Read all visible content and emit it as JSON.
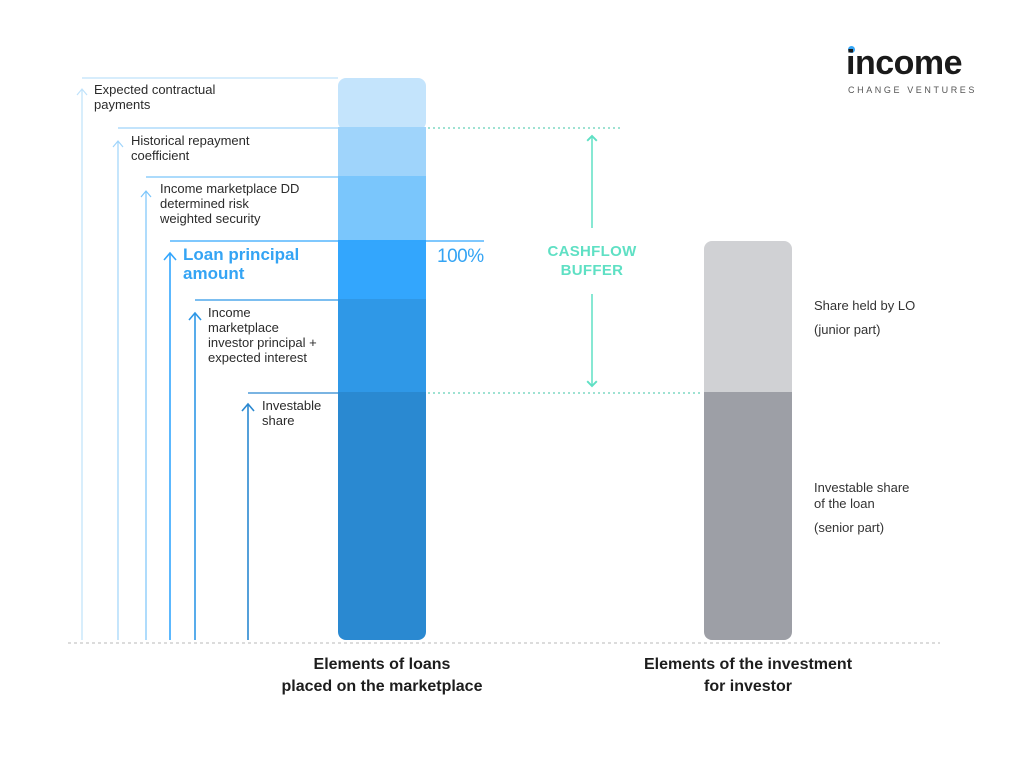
{
  "logo": {
    "word": "income",
    "tagline": "CHANGE VENTURES",
    "dot_color": "#34a4f4"
  },
  "left_labels": [
    {
      "text": "Expected contractual\npayments",
      "color": "#bfe2fb"
    },
    {
      "text": "Historical repayment\ncoefficient",
      "color": "#9fd4fb"
    },
    {
      "text": "Income marketplace DD\ndetermined risk\nweighted security",
      "color": "#7ac5fb"
    },
    {
      "text": "Loan principal\namount",
      "color": "#33a6fd",
      "emphasis": true
    },
    {
      "text": "Income\nmarketplace\ninvestor principal +\nexpected interest",
      "color": "#2e97e6"
    },
    {
      "text": "Investable\nshare",
      "color": "#2a88d0"
    }
  ],
  "percent_label": "100%",
  "buffer_label": "CASHFLOW\nBUFFER",
  "right_labels": {
    "junior": [
      "Share held by LO",
      "(junior part)"
    ],
    "senior": [
      "Investable share",
      "of the loan",
      "(senior part)"
    ]
  },
  "captions": {
    "loans": "Elements of loans\nplaced on the marketplace",
    "investment": "Elements of the investment\nfor investor"
  },
  "colors": {
    "buffer": "#5fe0c4",
    "junior": "#d0d1d4",
    "senior": "#9d9fa6",
    "guide": "#7fd9c4",
    "baseline": "#b8b8b8"
  }
}
